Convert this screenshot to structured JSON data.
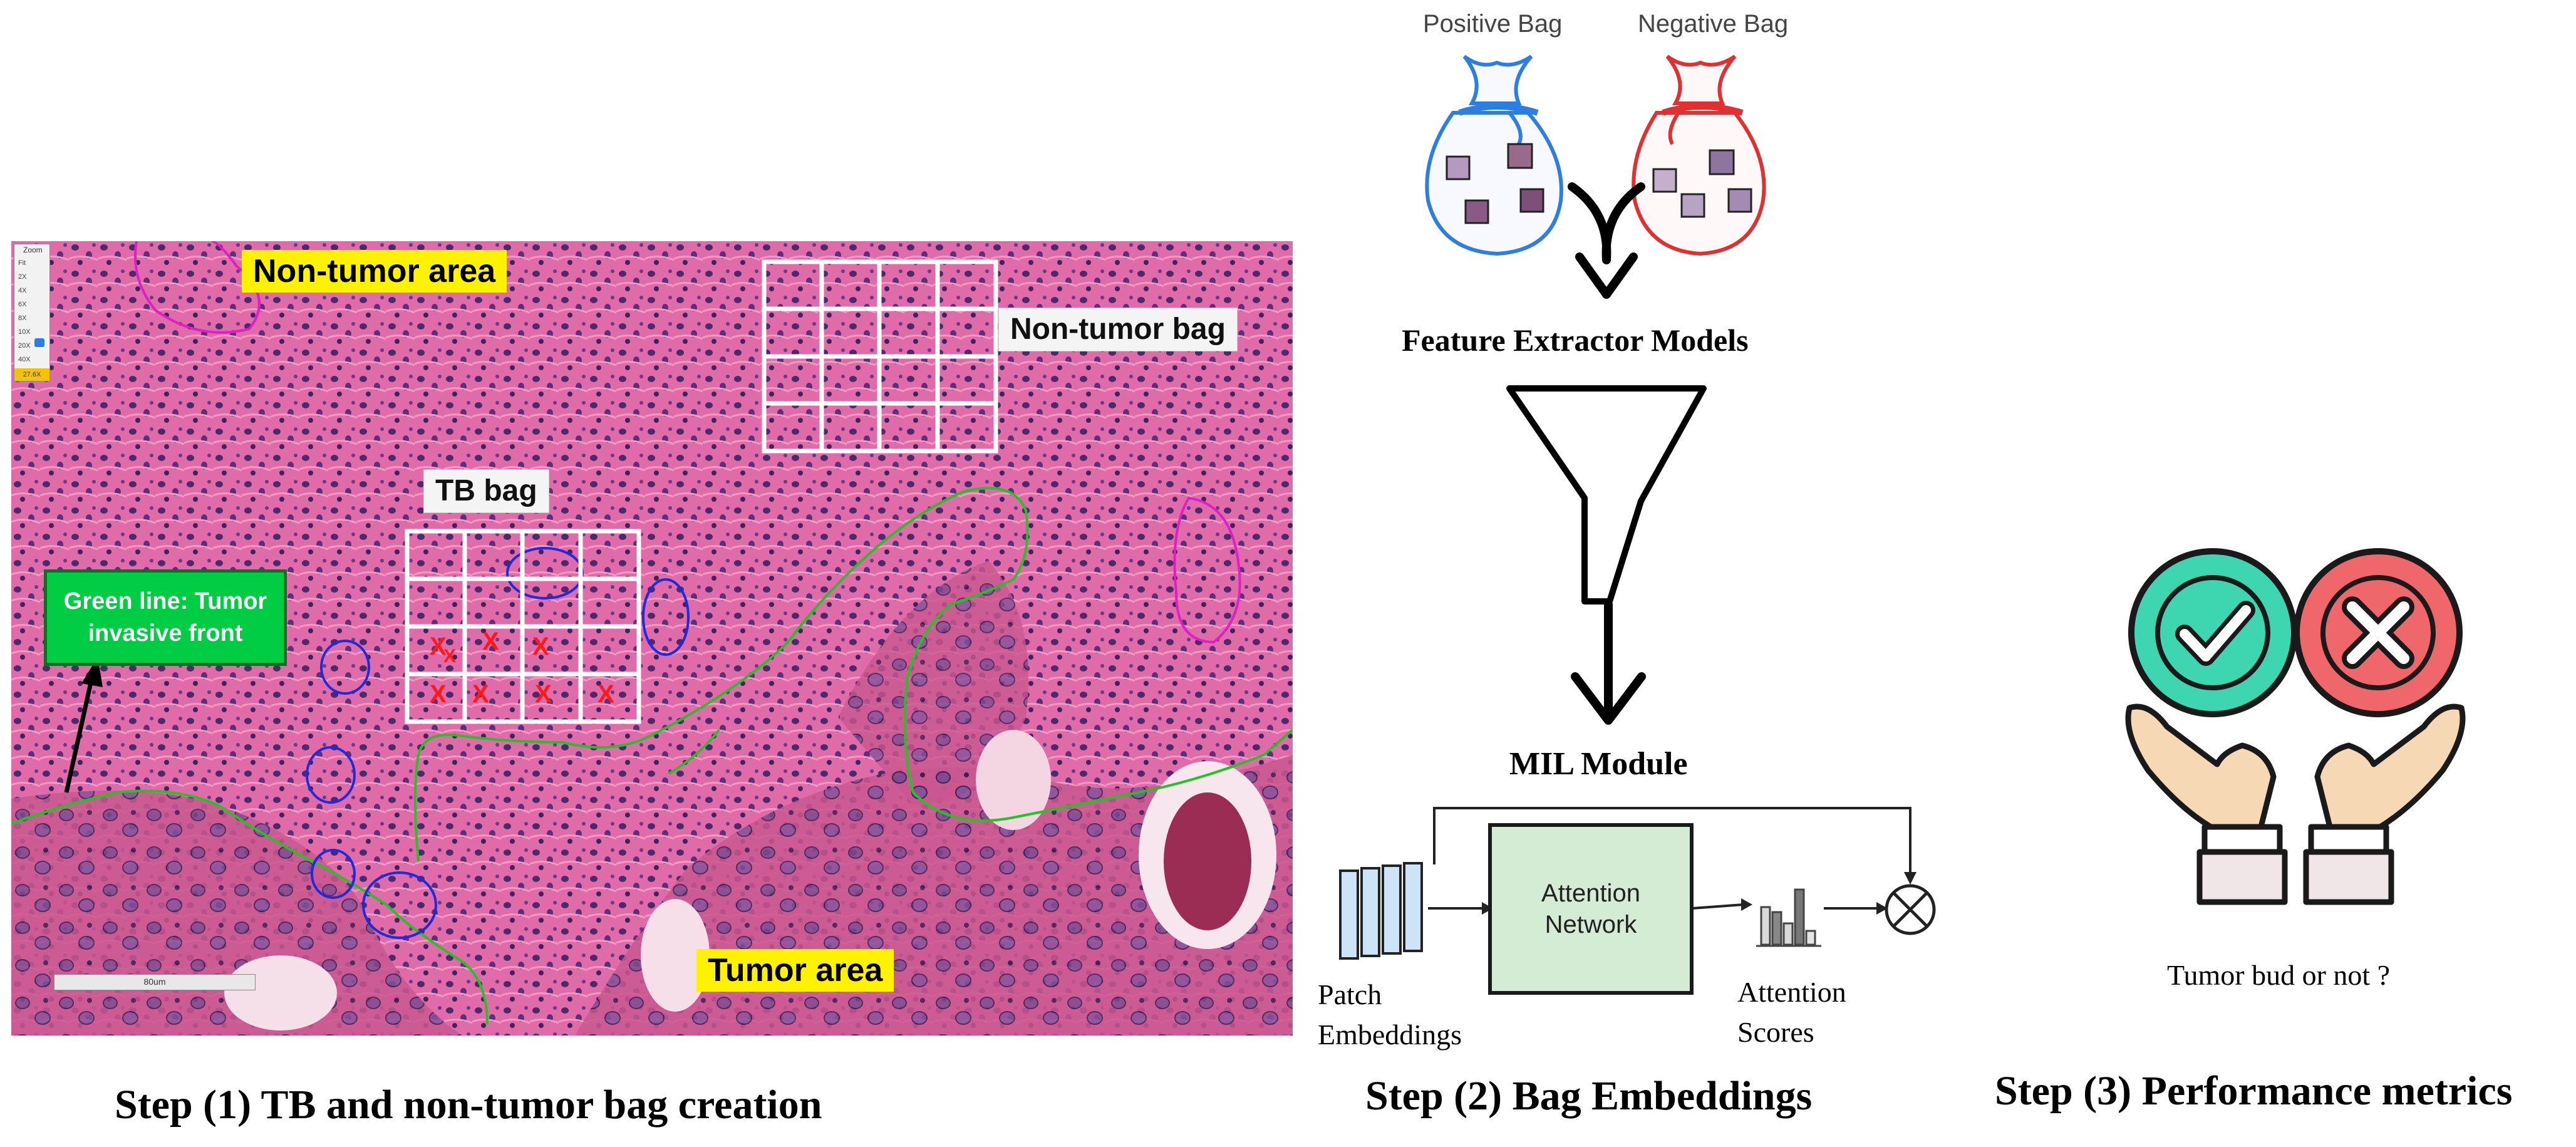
{
  "step1": {
    "caption": "Step (1) TB and non-tumor bag creation",
    "labels": {
      "non_tumor_area": "Non-tumor area",
      "non_tumor_bag": "Non-tumor bag",
      "tb_bag": "TB bag",
      "tumor_area": "Tumor area",
      "green_line": "Green line: Tumor invasive front"
    },
    "zoom": {
      "title": "Zoom",
      "levels": [
        "Fit",
        "2X",
        "4X",
        "6X",
        "8X",
        "10X",
        "20X",
        "40X"
      ],
      "current": "27.6X"
    },
    "scale_bar": "80um",
    "colors": {
      "label_yellow": "#fff200",
      "front_green": "#00cc44",
      "tissue_pink": "#e06aa8"
    }
  },
  "step2": {
    "caption": "Step (2) Bag Embeddings",
    "positive_bag": "Positive Bag",
    "negative_bag": "Negative Bag",
    "feature_extractor": "Feature Extractor Models",
    "mil_module": "MIL Module",
    "attention_network": "Attention Network",
    "patch_embeddings": "Patch Embeddings",
    "attention_scores": "Attention Scores",
    "colors": {
      "positive": "#2a7fe0",
      "negative": "#e03030",
      "attention_fill": "#d3ecd3"
    }
  },
  "step3": {
    "caption": "Step (3) Performance metrics",
    "question": "Tumor bud or not ?",
    "colors": {
      "check": "#3dd6b0",
      "cross": "#f0676b"
    }
  }
}
